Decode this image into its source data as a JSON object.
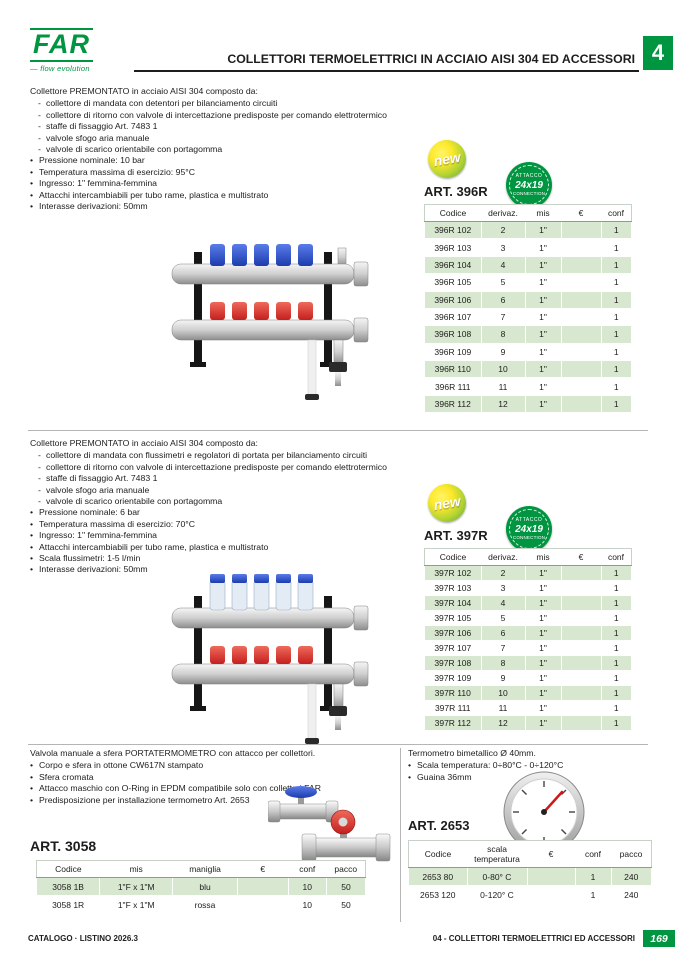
{
  "header": {
    "brand": "FAR",
    "tagline": "flow evolution",
    "title": "COLLETTORI TERMOELETTRICI IN ACCIAIO AISI 304 ED ACCESSORI",
    "chapter": "4"
  },
  "badges": {
    "new": "new",
    "attacco_line1": "ATTACCO",
    "attacco_line2": "24x19",
    "attacco_line3": "CONNECTION"
  },
  "colors": {
    "brand_green": "#009540",
    "table_row_green": "#d8e7d0"
  },
  "section_396R": {
    "intro": "Collettore PREMONTATO in acciaio AISI 304 composto da:",
    "components": [
      "collettore di mandata con detentori per bilanciamento circuiti",
      "collettore di ritorno con valvole di intercettazione predisposte per comando elettrotermico",
      "staffe di fissaggio Art. 7483 1",
      "valvole sfogo aria manuale",
      "valvole di scarico orientabile con portagomma"
    ],
    "features": [
      "Pressione nominale: 10 bar",
      "Temperatura massima di esercizio: 95°C",
      "Ingresso: 1\" femmina-femmina",
      "Attacchi intercambiabili per tubo rame, plastica e multistrato",
      "Interasse derivazioni: 50mm"
    ],
    "art": "ART. 396R",
    "table": {
      "headers": [
        "Codice",
        "derivaz.",
        "mis",
        "€",
        "conf"
      ],
      "rows": [
        [
          "396R 102",
          "2",
          "1\"",
          "",
          "1"
        ],
        [
          "396R 103",
          "3",
          "1\"",
          "",
          "1"
        ],
        [
          "396R 104",
          "4",
          "1\"",
          "",
          "1"
        ],
        [
          "396R 105",
          "5",
          "1\"",
          "",
          "1"
        ],
        [
          "396R 106",
          "6",
          "1\"",
          "",
          "1"
        ],
        [
          "396R 107",
          "7",
          "1\"",
          "",
          "1"
        ],
        [
          "396R 108",
          "8",
          "1\"",
          "",
          "1"
        ],
        [
          "396R 109",
          "9",
          "1\"",
          "",
          "1"
        ],
        [
          "396R 110",
          "10",
          "1\"",
          "",
          "1"
        ],
        [
          "396R 111",
          "11",
          "1\"",
          "",
          "1"
        ],
        [
          "396R 112",
          "12",
          "1\"",
          "",
          "1"
        ]
      ]
    }
  },
  "section_397R": {
    "intro": "Collettore PREMONTATO in acciaio AISI 304 composto da:",
    "components": [
      "collettore di mandata con flussimetri e regolatori di portata per bilanciamento circuiti",
      "collettore di ritorno con valvole di intercettazione predisposte per comando elettrotermico",
      "staffe di fissaggio Art. 7483 1",
      "valvole sfogo aria manuale",
      "valvole di scarico orientabile con portagomma"
    ],
    "features": [
      "Pressione nominale: 6 bar",
      "Temperatura massima di esercizio: 70°C",
      "Ingresso: 1\" femmina-femmina",
      "Attacchi intercambiabili per tubo rame, plastica e multistrato",
      "Scala flussimetri: 1-5 l/min",
      "Interasse derivazioni: 50mm"
    ],
    "art": "ART. 397R",
    "table": {
      "headers": [
        "Codice",
        "derivaz.",
        "mis",
        "€",
        "conf"
      ],
      "rows": [
        [
          "397R 102",
          "2",
          "1\"",
          "",
          "1"
        ],
        [
          "397R 103",
          "3",
          "1\"",
          "",
          "1"
        ],
        [
          "397R 104",
          "4",
          "1\"",
          "",
          "1"
        ],
        [
          "397R 105",
          "5",
          "1\"",
          "",
          "1"
        ],
        [
          "397R 106",
          "6",
          "1\"",
          "",
          "1"
        ],
        [
          "397R 107",
          "7",
          "1\"",
          "",
          "1"
        ],
        [
          "397R 108",
          "8",
          "1\"",
          "",
          "1"
        ],
        [
          "397R 109",
          "9",
          "1\"",
          "",
          "1"
        ],
        [
          "397R 110",
          "10",
          "1\"",
          "",
          "1"
        ],
        [
          "397R 111",
          "11",
          "1\"",
          "",
          "1"
        ],
        [
          "397R 112",
          "12",
          "1\"",
          "",
          "1"
        ]
      ]
    }
  },
  "section_3058": {
    "intro": "Valvola manuale a sfera PORTATERMOMETRO con attacco per collettori.",
    "features": [
      "Corpo e sfera in ottone CW617N stampato",
      "Sfera cromata",
      "Attacco maschio con O-Ring in EPDM compatibile solo con collettori FAR",
      "Predisposizione per installazione termometro Art. 2653"
    ],
    "art": "ART. 3058",
    "table": {
      "headers": [
        "Codice",
        "mis",
        "maniglia",
        "€",
        "conf",
        "pacco"
      ],
      "rows": [
        [
          "3058 1B",
          "1\"F x 1\"M",
          "blu",
          "",
          "10",
          "50"
        ],
        [
          "3058 1R",
          "1\"F x 1\"M",
          "rossa",
          "",
          "10",
          "50"
        ]
      ]
    }
  },
  "section_2653": {
    "intro": "Termometro bimetallico Ø 40mm.",
    "features": [
      "Scala temperatura: 0÷80°C - 0÷120°C",
      "Guaina 36mm"
    ],
    "art": "ART. 2653",
    "table": {
      "headers": [
        "Codice",
        "scala temperatura",
        "€",
        "conf",
        "pacco"
      ],
      "rows": [
        [
          "2653 80",
          "0-80° C",
          "",
          "1",
          "240"
        ],
        [
          "2653 120",
          "0-120° C",
          "",
          "1",
          "240"
        ]
      ]
    }
  },
  "footer": {
    "left": "CATALOGO · LISTINO 2026.3",
    "right": "04 - COLLETTORI TERMOELETTRICI ED ACCESSORI",
    "page_number": "169"
  }
}
